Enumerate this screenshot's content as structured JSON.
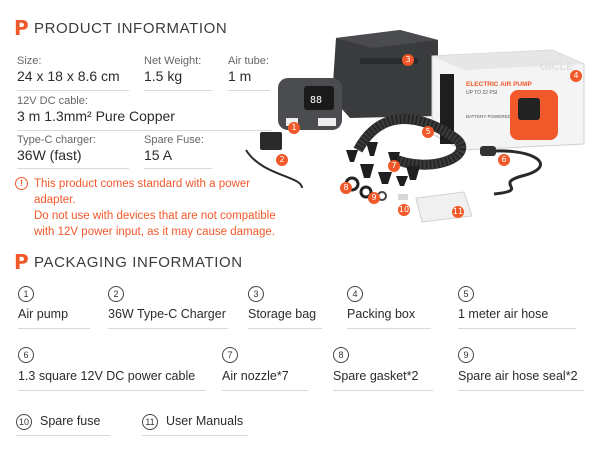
{
  "product_info": {
    "letter": "P",
    "title": "PRODUCT INFORMATION",
    "specs": [
      {
        "label": "Size:",
        "value": "24 x 18 x 8.6 cm"
      },
      {
        "label": "Net Weight:",
        "value": "1.5 kg"
      },
      {
        "label": "Air tube:",
        "value": "1 m"
      },
      {
        "label": "12V DC cable:",
        "value": "3 m 1.3mm²  Pure Copper"
      },
      {
        "label": "Type-C charger:",
        "value": "36W (fast)"
      },
      {
        "label": "Spare Fuse:",
        "value": "15 A"
      }
    ],
    "warning_icon": "!",
    "warning_lines": [
      "This product comes standard with a power",
      "adapter.",
      "Do not use with devices that are not compatible",
      "with 12V power input, as it may cause damage."
    ]
  },
  "product_image": {
    "box_brand": "GICLE",
    "box_title": "ELECTRIC AIR PUMP",
    "box_subtitle": "UP TO 22 PSI",
    "box_note": "BATTERY POWERED",
    "pump_display": "88",
    "badges": [
      "1",
      "2",
      "3",
      "4",
      "5",
      "6",
      "7",
      "8",
      "9",
      "10",
      "11"
    ]
  },
  "packaging": {
    "letter": "P",
    "title": "PACKAGING INFORMATION",
    "items": [
      {
        "num": "1",
        "label": "Air pump"
      },
      {
        "num": "2",
        "label": "36W Type-C Charger"
      },
      {
        "num": "3",
        "label": "Storage bag"
      },
      {
        "num": "4",
        "label": "Packing box"
      },
      {
        "num": "5",
        "label": "1 meter air hose"
      },
      {
        "num": "6",
        "label": "1.3 square 12V DC  power cable"
      },
      {
        "num": "7",
        "label": "Air nozzle*7"
      },
      {
        "num": "8",
        "label": "Spare gasket*2"
      },
      {
        "num": "9",
        "label": "Spare air hose seal*2"
      },
      {
        "num": "10",
        "label": "Spare fuse"
      },
      {
        "num": "11",
        "label": "User Manuals"
      }
    ]
  },
  "colors": {
    "accent": "#f2592a",
    "text": "#2b2b2b",
    "divider": "#d9d9d9"
  }
}
